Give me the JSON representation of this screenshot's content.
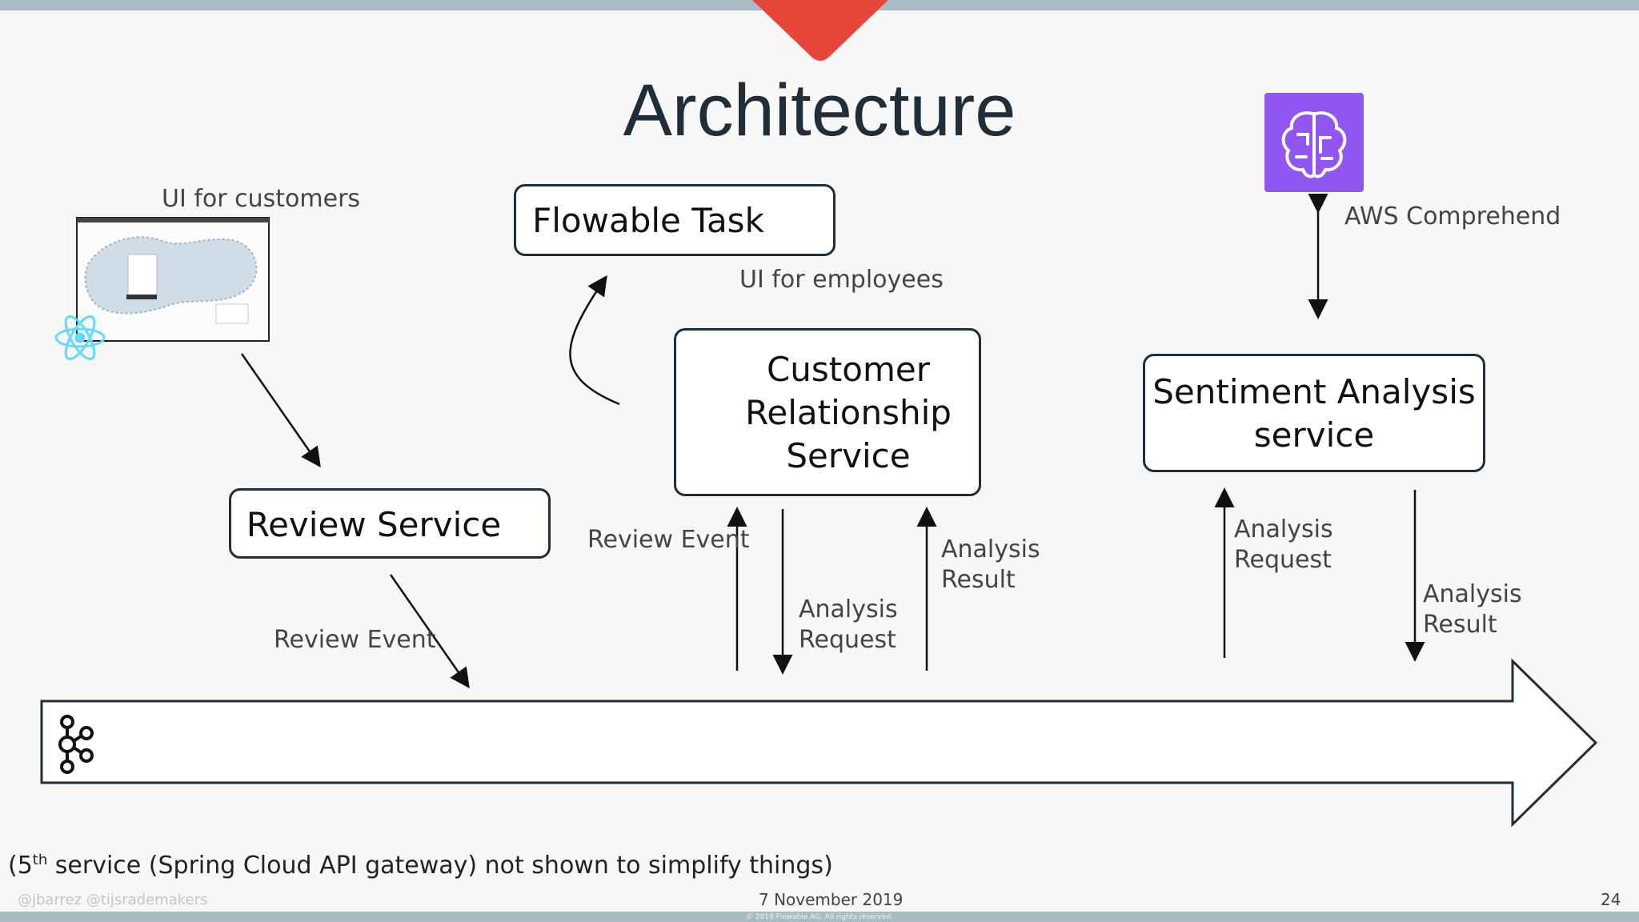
{
  "slide": {
    "title": "Architecture",
    "note_prefix": "(5",
    "note_sup": "th",
    "note_rest": " service (Spring Cloud API gateway) not shown to simplify things)",
    "footer_left": "@jbarrez @tijsrademakers",
    "footer_date": "7 November 2019",
    "footer_page": "24",
    "copyright": "© 2019 Flowable AG. All rights reserved."
  },
  "diagram": {
    "ui_customers": "UI for customers",
    "flowable_task": "Flowable Task",
    "ui_employees": "UI for employees",
    "crm_line1": "Customer",
    "crm_line2": "Relationship",
    "crm_line3": "Service",
    "review_service": "Review Service",
    "sentiment_line1": "Sentiment Analysis",
    "sentiment_line2": "service",
    "aws": "AWS Comprehend",
    "review_event_1": "Review Event",
    "review_event_2": "Review Event",
    "analysis_request_1a": "Analysis",
    "analysis_request_1b": "Request",
    "analysis_result_1a": "Analysis",
    "analysis_result_1b": "Result",
    "analysis_request_2a": "Analysis",
    "analysis_request_2b": "Request",
    "analysis_result_2a": "Analysis",
    "analysis_result_2b": "Result"
  },
  "colors": {
    "accent_red": "#e8463a",
    "bar": "#a9bcc6",
    "spring_green": "#6db33f",
    "aws_purple": "#8c4fff",
    "react_blue": "#61dafb",
    "dark": "#1f2e3a"
  },
  "icons": [
    "react-icon",
    "spring-power-icon",
    "flowable-icon",
    "postgres-icon",
    "kafka-icon",
    "brain-icon"
  ]
}
